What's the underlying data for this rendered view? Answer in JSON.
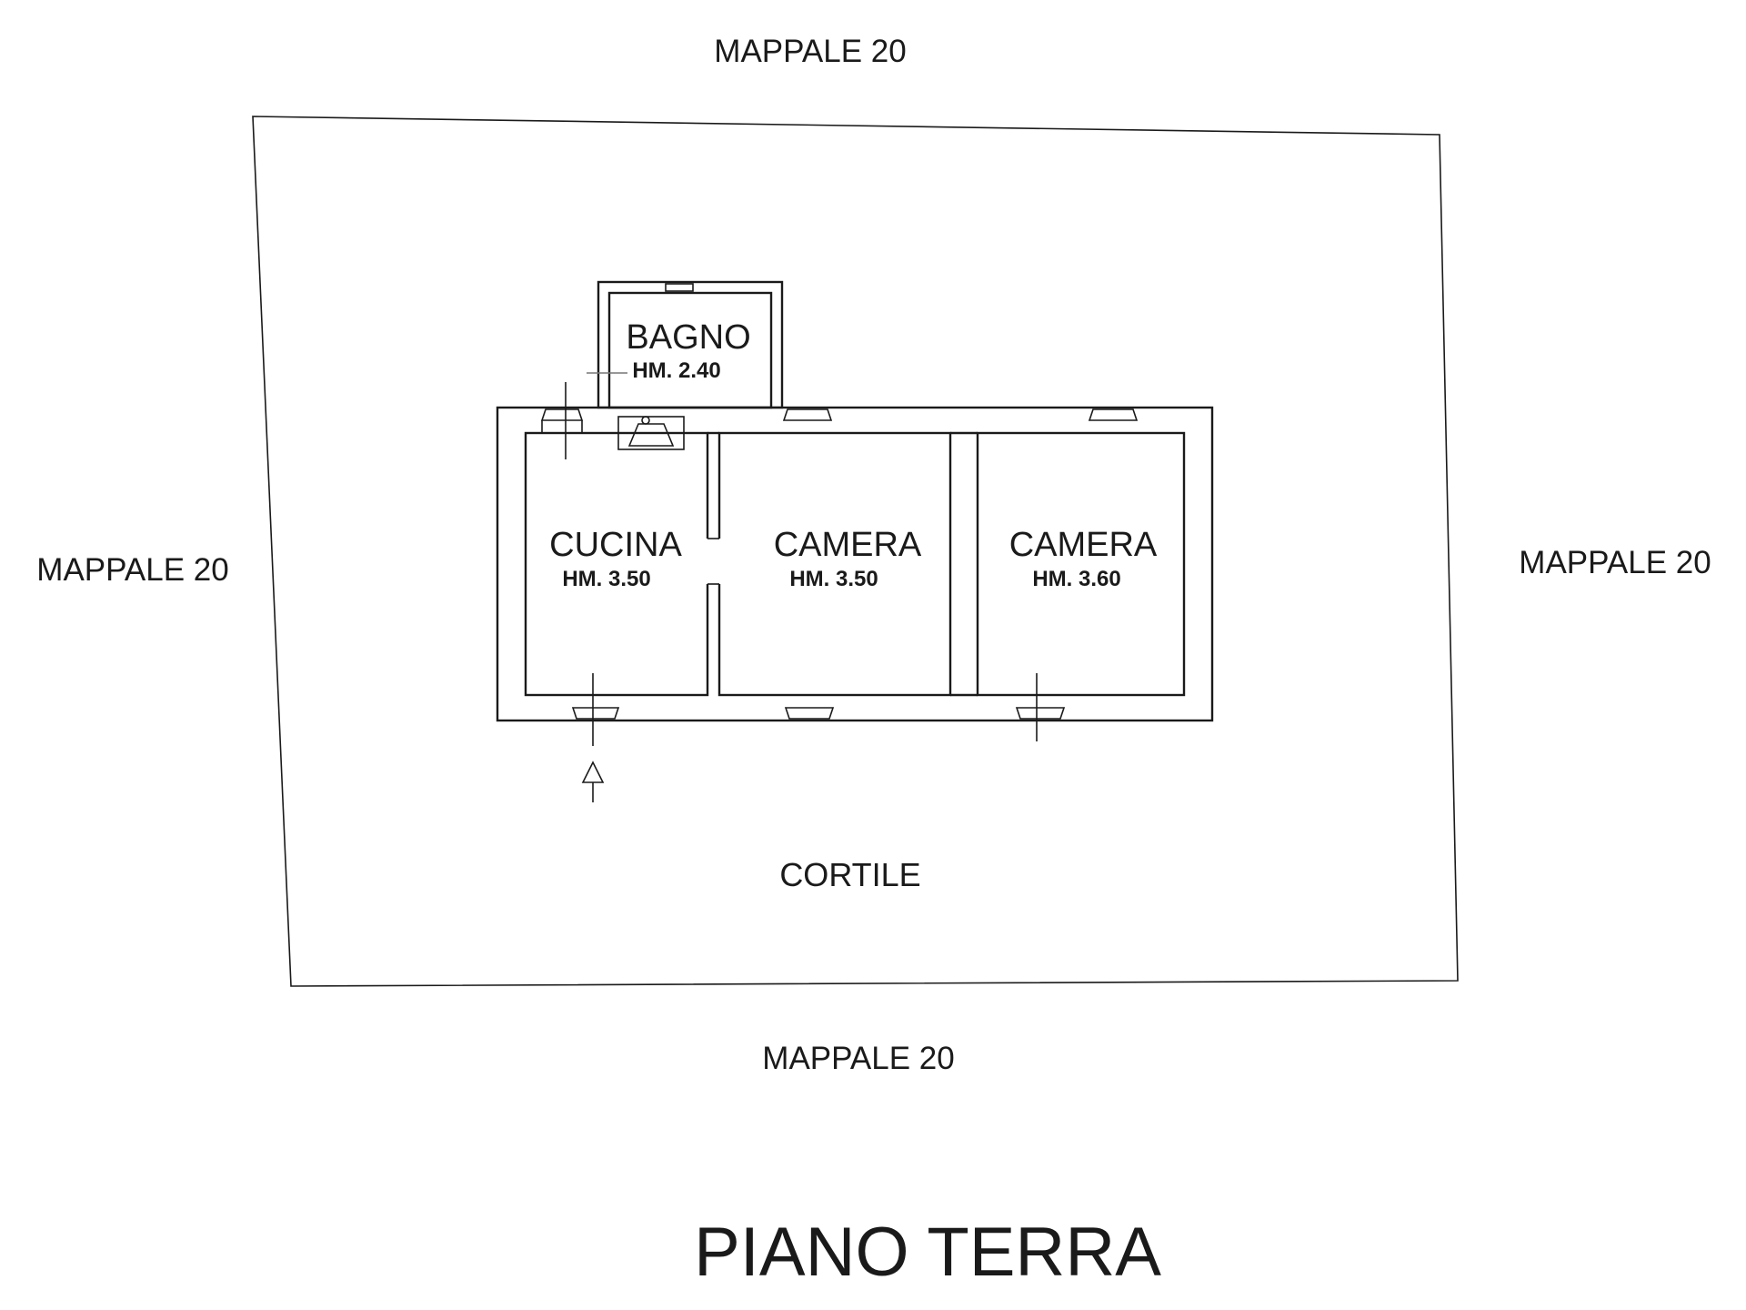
{
  "neighbors": {
    "top": "MAPPALE 20",
    "left": "MAPPALE 20",
    "right": "MAPPALE 20",
    "bottom": "MAPPALE 20"
  },
  "rooms": [
    {
      "name": "BAGNO",
      "height": "HM. 2.40"
    },
    {
      "name": "CUCINA",
      "height": "HM. 3.50"
    },
    {
      "name": "CAMERA",
      "height": "HM. 3.50"
    },
    {
      "name": "CAMERA",
      "height": "HM. 3.60"
    }
  ],
  "courtyard": "CORTILE",
  "floor_title": "PIANO TERRA"
}
